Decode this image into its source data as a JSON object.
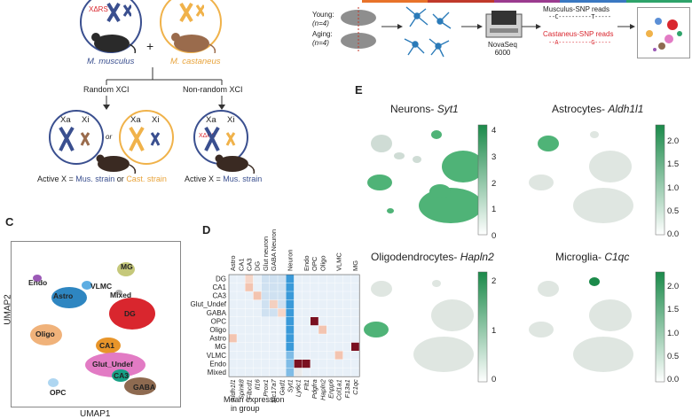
{
  "panelA": {
    "musculus_label": "M. musculus",
    "castaneus_label": "M. castaneus",
    "xist_label": "XΔRS",
    "plus": "+",
    "random": "Random XCI",
    "nonrandom": "Non-random XCI",
    "xa": "Xa",
    "xi": "Xi",
    "or": "or",
    "active_left_prefix": "Active X = ",
    "active_left_mus": "Mus. strain",
    "active_left_or": " or ",
    "active_left_cast": "Cast. strain",
    "active_right_prefix": "Active X = ",
    "active_right_mus": "Mus. strain"
  },
  "panelB": {
    "young": "Young:",
    "young_n": "(n=4)",
    "aging": "Aging:",
    "aging_n": "(n=4)",
    "sequencer": "NovaSeq",
    "sequencer2": "6000",
    "mus_reads": "Musculus-SNP reads",
    "mus_seq": "--C----------T-----",
    "cast_reads": "Castaneus-SNP reads",
    "cast_seq": "--A----------G-----"
  },
  "panelC": {
    "letter": "C",
    "ylabel": "UMAP2",
    "xlabel": "UMAP1",
    "clusters": [
      "MG",
      "Endo",
      "VLMC",
      "Mixed",
      "Astro",
      "DG",
      "Oligo",
      "CA1",
      "Glut_Undef",
      "CA3",
      "OPC",
      "GABA"
    ]
  },
  "panelD": {
    "letter": "D",
    "colorbar_label": "Mean expression",
    "colorbar_label2": "in group",
    "rows": [
      "DG",
      "CA1",
      "CA3",
      "Glut_Undef",
      "GABA",
      "OPC",
      "Oligo",
      "Astro",
      "MG",
      "VLMC",
      "Endo",
      "Mixed"
    ],
    "col_groups": [
      "Astro",
      "CA1",
      "CA3",
      "DG",
      "Glut neuron",
      "GABA Neuron",
      "Neuron",
      "Endo",
      "OPC",
      "Oligo",
      "VLMC",
      "MG"
    ],
    "genes": [
      "Aldh1l1",
      "Spink8",
      "Fibcd1",
      "Il16",
      "Prox1",
      "Slc17a7",
      "Gad1",
      "Syt1",
      "Ly6c1",
      "Flt1",
      "Pdgfra",
      "Hapln2",
      "Enpp6",
      "Col1a1",
      "F13a1",
      "C1qc"
    ]
  },
  "panelE": {
    "letter": "E",
    "plots": [
      {
        "title_prefix": "Neurons- ",
        "gene": "Syt1",
        "ticks": [
          "4",
          "3",
          "2",
          "1",
          "0"
        ]
      },
      {
        "title_prefix": "Astrocytes- ",
        "gene": "Aldh1l1",
        "ticks": [
          "2.0",
          "1.5",
          "1.0",
          "0.5",
          "0.0"
        ]
      },
      {
        "title_prefix": "Oligodendrocytes- ",
        "gene": "Hapln2",
        "ticks": [
          "2",
          "1",
          "0"
        ]
      },
      {
        "title_prefix": "Microglia- ",
        "gene": "C1qc",
        "ticks": [
          "2.0",
          "1.5",
          "1.0",
          "0.5",
          "0.0"
        ]
      }
    ]
  }
}
